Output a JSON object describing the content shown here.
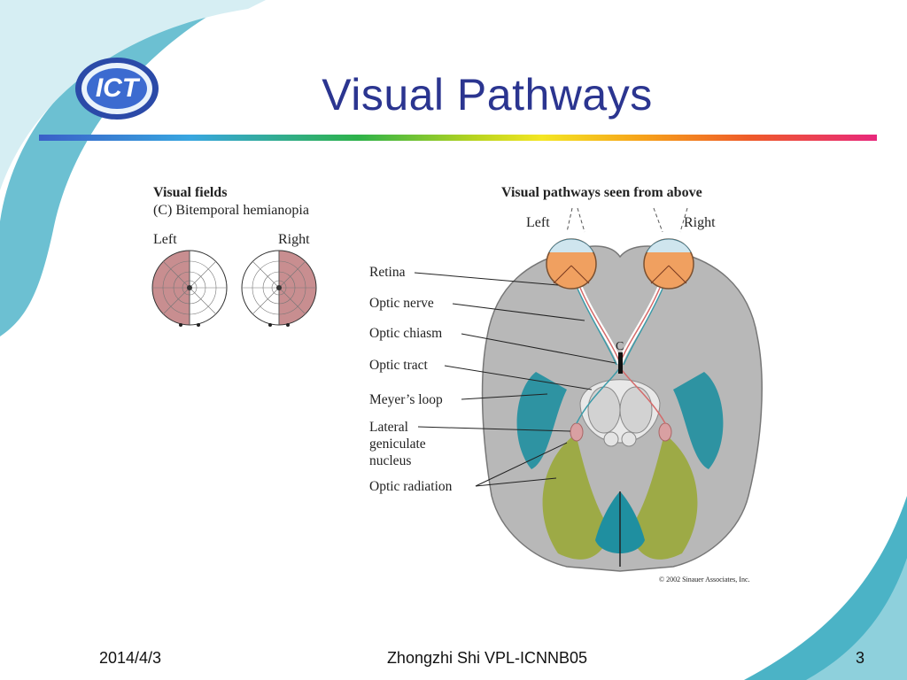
{
  "slide": {
    "title": "Visual Pathways",
    "logo_text": "ICT"
  },
  "figure": {
    "left_panel": {
      "heading": "Visual fields",
      "subheading": "(C)  Bitemporal hemianopia",
      "left_label": "Left",
      "right_label": "Right"
    },
    "right_panel": {
      "heading": "Visual pathways seen from above",
      "left_label": "Left",
      "right_label": "Right",
      "marker": "C",
      "labels": [
        "Retina",
        "Optic nerve",
        "Optic chiasm",
        "Optic tract",
        "Meyer’s loop",
        "Lateral",
        "geniculate",
        "nucleus",
        "Optic radiation"
      ],
      "copyright": "© 2002 Sinauer Associates, Inc."
    }
  },
  "footer": {
    "date": "2014/4/3",
    "center": "Zhongzhi Shi VPL-ICNNB05",
    "page": "3"
  },
  "colors": {
    "title": "#2b3590",
    "teal_bg": "#4bb3c6",
    "brain_gray": "#b8b8b8",
    "field_loss": "#c88e90",
    "optic_radiation": "#9aa83a",
    "meyer_loop": "#1f8fa0"
  }
}
